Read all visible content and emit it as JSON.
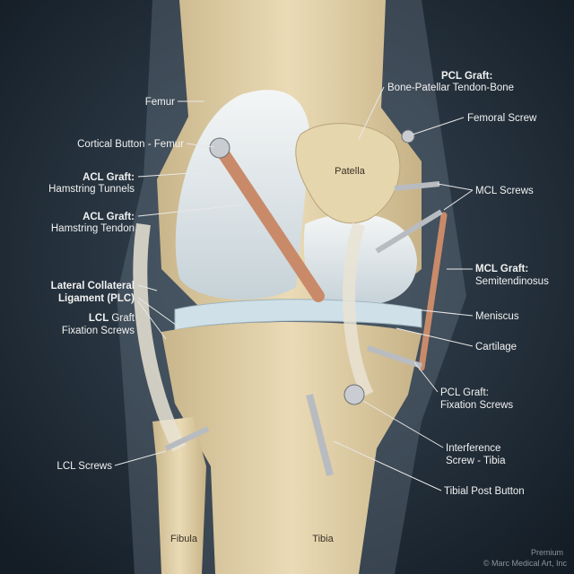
{
  "labels_left": {
    "femur": "Femur",
    "cortical_button": "Cortical Button - Femur",
    "acl_tunnels_title": "ACL Graft:",
    "acl_tunnels_sub": "Hamstring Tunnels",
    "acl_tendon_title": "ACL Graft:",
    "acl_tendon_sub": "Hamstring Tendon",
    "lcl_line1": "Lateral Collateral",
    "lcl_line2": "Ligament (PLC)",
    "lcl_graft_bold": "LCL",
    "lcl_graft_rest": " Graft",
    "lcl_graft_sub": "Fixation Screws",
    "lcl_screws": "LCL Screws"
  },
  "labels_right": {
    "pcl_bptb_title": "PCL Graft:",
    "pcl_bptb_sub": "Bone-Patellar Tendon-Bone",
    "femoral_screw": "Femoral Screw",
    "mcl_screws": "MCL Screws",
    "mcl_graft_title": "MCL Graft:",
    "mcl_graft_sub": "Semitendinosus",
    "meniscus": "Meniscus",
    "cartilage": "Cartilage",
    "pcl_fix_title": "PCL Graft:",
    "pcl_fix_sub": "Fixation Screws",
    "interference_1": "Interference",
    "interference_2": "Screw - Tibia",
    "tibial_post": "Tibial Post Button"
  },
  "bones": {
    "patella": "Patella",
    "fibula": "Fibula",
    "tibia": "Tibia"
  },
  "watermark": {
    "line1": "Premium",
    "line2": "© Marc Medical Art, Inc"
  },
  "colors": {
    "background": "#1b2630",
    "bone": "#e3d3ac",
    "graft": "#c98a6a",
    "cartilage": "#dde6ea"
  }
}
